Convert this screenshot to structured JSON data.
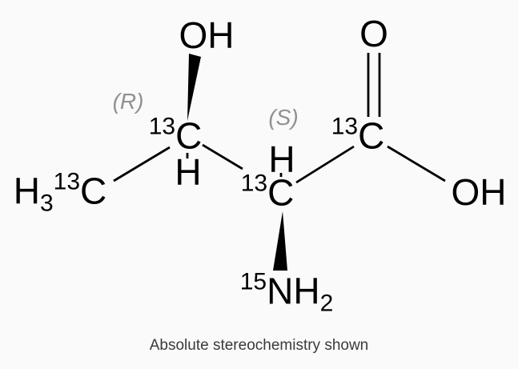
{
  "molecule": {
    "caption": "Absolute stereochemistry shown",
    "stereo_labels": {
      "r": "(R)",
      "s": "(S)"
    },
    "atoms": {
      "methyl": {
        "h": "H",
        "h_count": "3",
        "isotope": "13",
        "symbol": "C"
      },
      "c2": {
        "isotope": "13",
        "symbol": "C"
      },
      "c2_h": "H",
      "c3": {
        "isotope": "13",
        "symbol": "C"
      },
      "c3_h": "H",
      "carboxyl": {
        "isotope": "13",
        "symbol": "C"
      },
      "hydroxyl": "OH",
      "carbonyl_o": "O",
      "acid_oh": "OH",
      "amine": {
        "isotope": "15",
        "symbol": "N",
        "h": "H",
        "h_count": "2"
      }
    }
  },
  "colors": {
    "background": "#fafafa",
    "bond": "#000000",
    "stereo-label": "#919191",
    "caption": "#3a3a3a"
  }
}
